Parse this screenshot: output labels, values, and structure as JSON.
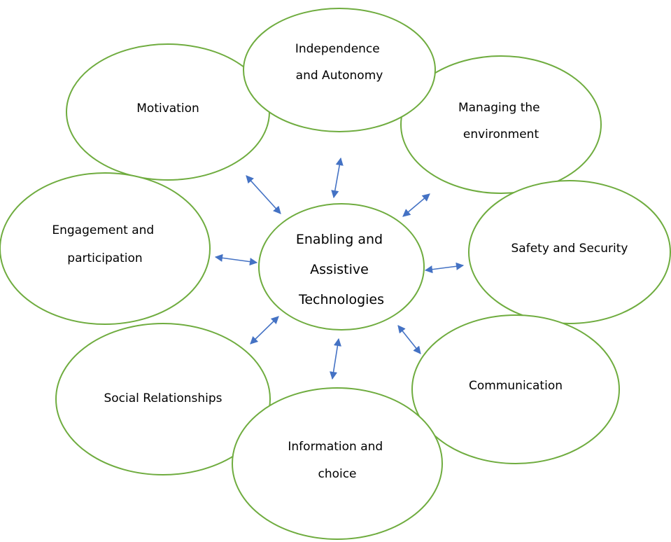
{
  "diagram": {
    "colors": {
      "ellipse_stroke": "#6fac3f",
      "arrow": "#4472c4",
      "text": "#000000",
      "background": "#ffffff"
    },
    "center": {
      "lines": [
        "Enabling and",
        "Assistive",
        "Technologies"
      ]
    },
    "nodes": {
      "independence": {
        "lines": [
          "Independence",
          "and Autonomy"
        ]
      },
      "motivation": {
        "lines": [
          "Motivation"
        ]
      },
      "managing": {
        "lines": [
          "Managing the",
          "environment"
        ]
      },
      "engagement": {
        "lines": [
          "Engagement and",
          "participation"
        ]
      },
      "safety": {
        "lines": [
          "Safety and Security"
        ]
      },
      "social": {
        "lines": [
          "Social Relationships"
        ]
      },
      "communication": {
        "lines": [
          "Communication"
        ]
      },
      "information": {
        "lines": [
          "Information and",
          "choice"
        ]
      }
    }
  }
}
